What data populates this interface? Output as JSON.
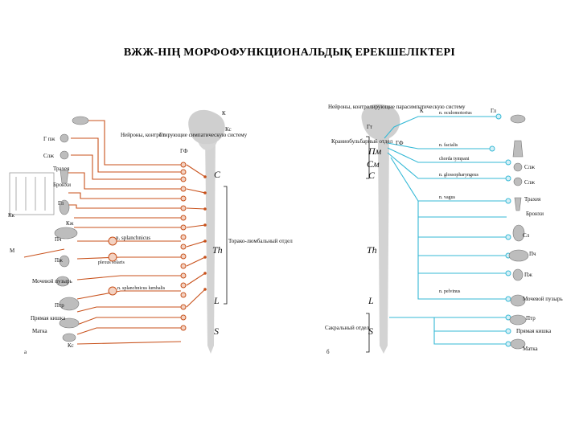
{
  "title": "ВЖЖ-НІҢ МОРФОФУНКЦИОНАЛЬДЫҚ ЕРЕКШЕЛІКТЕРІ",
  "colors": {
    "sympathetic": "#c8511b",
    "parasympathetic": "#35b9d6",
    "cord": "#c9c9c9",
    "ink": "#111111"
  },
  "left_panel": {
    "panel_label": "а",
    "top_note": "Нейроны, контролирующие симпатическую систему",
    "brain_labels": [
      "К",
      "Кс",
      "Гт",
      "ГФ"
    ],
    "segments": [
      "C",
      "Th",
      "L",
      "S"
    ],
    "section_label": "Торако-люмбальный отдел",
    "ganglia": [
      "n. splanchnicus",
      "plexus solaris",
      "n. splanchnicus lumbalis"
    ],
    "organs": [
      "Г пж",
      "Слж",
      "Трахея",
      "Бронхи",
      "Гл",
      "Кж",
      "Кк",
      "Пч",
      "М",
      "Пж",
      "Мочевой пузырь",
      "Птр",
      "Прямая кишка",
      "Матка",
      "Кс"
    ]
  },
  "right_panel": {
    "panel_label": "б",
    "top_note": "Нейроны, контролирующие парасимпатическую систему",
    "brain_labels": [
      "К",
      "Гт",
      "ГФ",
      "Пм",
      "См"
    ],
    "segments": [
      "C",
      "Th",
      "L",
      "S"
    ],
    "section_labels": [
      "Краниобульбарный отдел",
      "Сакральный отдел"
    ],
    "nerves": [
      "n. oculomotorius",
      "n. facialis",
      "chorda tympani",
      "n. glossopharyngeus",
      "n. vagus",
      "n. pelvinus"
    ],
    "organs": [
      "Гл",
      "Слж",
      "Слж",
      "Трахея",
      "Бронхи",
      "Сл",
      "Пч",
      "Пж",
      "Мочевой пузырь",
      "Птр",
      "Прямая кишка",
      "Матка"
    ]
  }
}
